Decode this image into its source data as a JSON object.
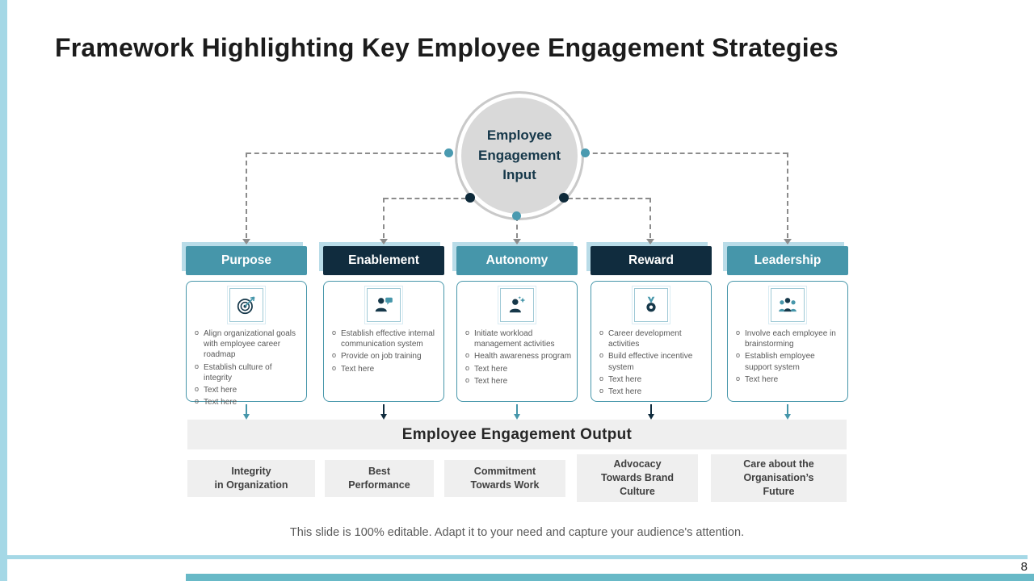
{
  "slide": {
    "title": "Framework Highlighting Key Employee Engagement Strategies",
    "footer_note": "This slide is 100% editable. Adapt it to your need and capture your audience's attention.",
    "page_number": "8"
  },
  "colors": {
    "teal_header": "#4696aa",
    "navy_header": "#102c3e",
    "light_blue_accent": "#a5d8e6",
    "bottom_bar_teal": "#68b9c7",
    "circle_gray": "#d9d9d9",
    "output_gray": "#efefef",
    "connector_gray": "#8c8c8c"
  },
  "input_circle": {
    "label": "Employee Engagement Input"
  },
  "output_bar": {
    "label": "Employee Engagement Output"
  },
  "columns": [
    {
      "header": "Purpose",
      "theme": "teal",
      "icon": "target-icon",
      "bullets": [
        "Align organizational goals with employee career roadmap",
        "Establish culture of integrity",
        "Text here",
        "Text here"
      ]
    },
    {
      "header": "Enablement",
      "theme": "navy",
      "icon": "employee-communication-icon",
      "bullets": [
        "Establish effective internal communication system",
        "Provide on job training",
        "Text here"
      ]
    },
    {
      "header": "Autonomy",
      "theme": "teal",
      "icon": "employee-wellness-icon",
      "bullets": [
        "Initiate workload management activities",
        "Health awareness program",
        "Text here",
        "Text here"
      ]
    },
    {
      "header": "Reward",
      "theme": "navy",
      "icon": "reward-medal-icon",
      "bullets": [
        "Career development activities",
        "Build effective incentive system",
        "Text here",
        "Text here"
      ]
    },
    {
      "header": "Leadership",
      "theme": "teal",
      "icon": "leadership-team-icon",
      "bullets": [
        "Involve each employee in brainstorming",
        "Establish employee support system",
        "Text here"
      ]
    }
  ],
  "outputs": [
    {
      "label": "Integrity\nin Organization"
    },
    {
      "label": "Best\nPerformance"
    },
    {
      "label": "Commitment\nTowards Work"
    },
    {
      "label": "Advocacy\nTowards Brand\nCulture"
    },
    {
      "label": "Care about the\nOrganisation’s\nFuture"
    }
  ]
}
